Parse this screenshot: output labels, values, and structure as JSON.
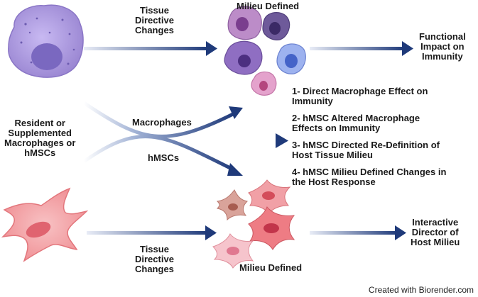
{
  "labels": {
    "top_tissue_directive": "Tissue\nDirective\nChanges",
    "top_milieu": "Milieu Defined",
    "functional_impact": "Functional\nImpact on\nImmunity",
    "resident": "Resident or\nSupplemented\nMacrophages or\nhMSCs",
    "macrophages": "Macrophages",
    "hmscs": "hMSCs",
    "bottom_tissue_directive": "Tissue\nDirective\nChanges",
    "bottom_milieu": "Milieu Defined",
    "interactive_director": "Interactive\nDirector of\nHost Milieu"
  },
  "effects": [
    "1- Direct Macrophage Effect on\nImmunity",
    "2- hMSC Altered Macrophage\nEffects on Immunity",
    "3- hMSC Directed Re-Definition of\nHost Tissue Milieu",
    "4- hMSC Milieu Defined Changes in\nthe Host Response"
  ],
  "credit": "Created with Biorender.com",
  "colors": {
    "arrow": "#1f3a7a",
    "macrophage": "#a996db",
    "mscs": "#f2a3a8"
  }
}
